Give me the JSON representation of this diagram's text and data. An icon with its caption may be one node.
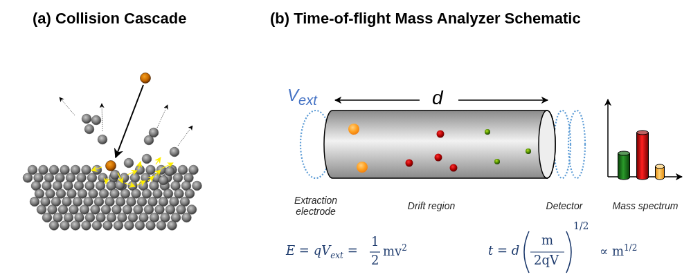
{
  "diagram": {
    "labels": [
      "(a) Collision Cascade",
      "(b) Time-of-flight Mass Analyzer Schematic",
      "V$_{ext}$",
      "d",
      "Extraction electrode",
      "Drift region",
      "Detector",
      "Mass spectrum",
      "*E* = *qV*$_{ext}$ =",
      "1",
      "2",
      "mv$^{2}$",
      "*t* = *d*",
      "m",
      "2qV",
      "1/2",
      "∝ m$^{1/2}$"
    ]
  }
}
